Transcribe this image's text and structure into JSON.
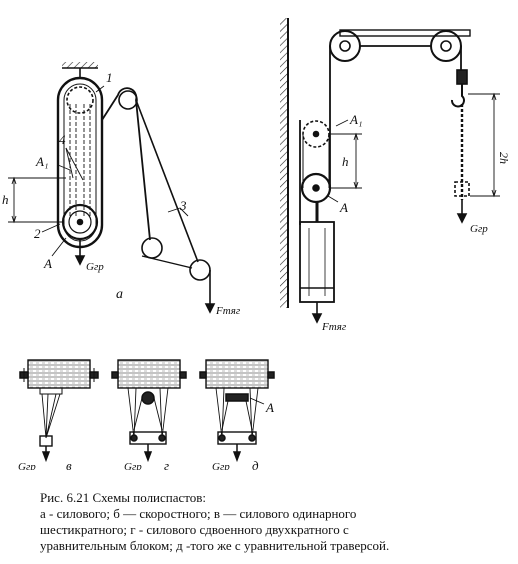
{
  "labels": {
    "n1": "1",
    "n2": "2",
    "n3": "3",
    "n4": "4",
    "A_a": "A",
    "A1_a": "A₁",
    "h_a": "h",
    "Ggr_a": "Gгр",
    "Ftag_a": "Fтяг",
    "sub_a": "а",
    "A_b": "A",
    "A1_b": "A₁",
    "h_b": "h",
    "h2_b": "2h",
    "Ggr_b": "Gгр",
    "Ftag_b": "Fтяг",
    "Ggr_v": "Gгр",
    "sub_v": "в",
    "Ggr_g": "Gгр",
    "sub_g": "г",
    "Ggr_d": "Gгр",
    "A_d": "A",
    "sub_d": "д"
  },
  "caption": {
    "line1": "Рис. 6.21 Схемы полиспастов:",
    "line2": "а - силового; б — скоростного; в — силового одинарного",
    "line3": "шестикратного; г - силового сдвоенного двухкратного с",
    "line4": "уравнительным блоком; д -того же с уравнительной траверсой."
  }
}
